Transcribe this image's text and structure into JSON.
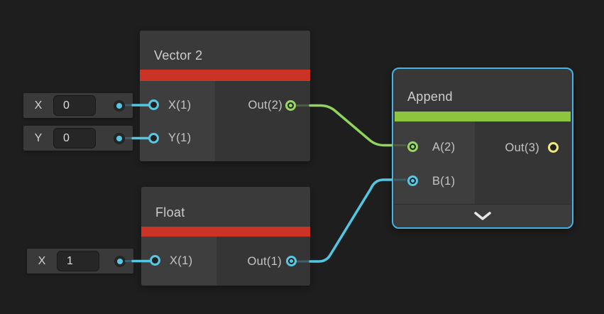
{
  "canvas": {
    "background": "#1e1e1e"
  },
  "colors": {
    "node_body": "#353535",
    "node_header": "#3a3a3a",
    "input_panel": "#3e3e3e",
    "accent_red": "#cc3327",
    "accent_lime": "#8cc63e",
    "selection_blue": "#45b3e6",
    "port_cyan": "#56c8e4",
    "port_green": "#97d863",
    "port_yellow": "#ede882",
    "wire_green": "#8fd45c",
    "wire_cyan": "#52c6e2",
    "text": "#cdcdcd"
  },
  "nodes": {
    "vector2": {
      "title": "Vector 2",
      "accent": "#cc3327",
      "inputs": [
        {
          "label": "X(1)",
          "type": "cyan"
        },
        {
          "label": "Y(1)",
          "type": "cyan"
        }
      ],
      "outputs": [
        {
          "label": "Out(2)",
          "type": "green",
          "connected": true
        }
      ]
    },
    "float1": {
      "title": "Float",
      "accent": "#cc3327",
      "inputs": [
        {
          "label": "X(1)",
          "type": "cyan"
        }
      ],
      "outputs": [
        {
          "label": "Out(1)",
          "type": "cyan",
          "connected": true
        }
      ]
    },
    "append": {
      "title": "Append",
      "accent": "#8cc63e",
      "selected": true,
      "inputs": [
        {
          "label": "A(2)",
          "type": "green",
          "connected": true
        },
        {
          "label": "B(1)",
          "type": "cyan",
          "connected": true
        }
      ],
      "outputs": [
        {
          "label": "Out(3)",
          "type": "yellow",
          "connected": false
        }
      ],
      "expander_icon": "chevron-down"
    }
  },
  "widgets": [
    {
      "label": "X",
      "value": "0",
      "attached_to": "vector2.X(1)"
    },
    {
      "label": "Y",
      "value": "0",
      "attached_to": "vector2.Y(1)"
    },
    {
      "label": "X",
      "value": "1",
      "attached_to": "float1.X(1)"
    }
  ],
  "edges": [
    {
      "from": "vector2.Out(2)",
      "to": "append.A(2)",
      "color": "#8fd45c"
    },
    {
      "from": "float1.Out(1)",
      "to": "append.B(1)",
      "color": "#52c6e2"
    },
    {
      "from": "widget-x.dot",
      "to": "vector2.X(1)",
      "color": "#52c6e2"
    },
    {
      "from": "widget-y.dot",
      "to": "vector2.Y(1)",
      "color": "#52c6e2"
    },
    {
      "from": "widget-x-float.dot",
      "to": "float1.X(1)",
      "color": "#52c6e2"
    }
  ]
}
